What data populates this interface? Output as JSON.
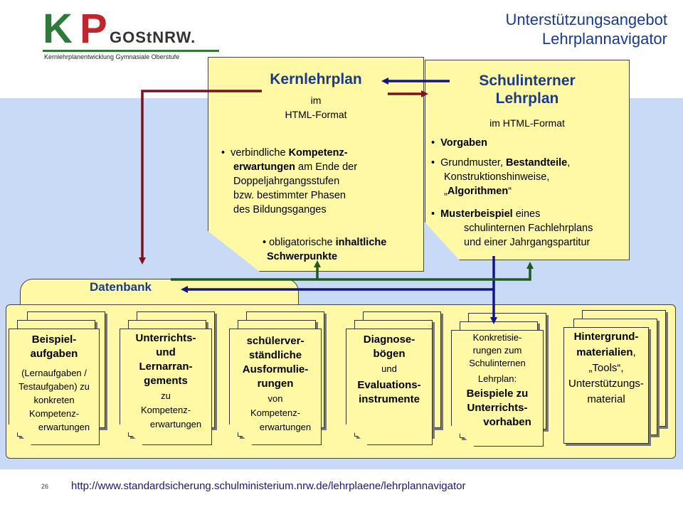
{
  "logo": {
    "k": "K",
    "p": "P",
    "gost": "GOStNRW.",
    "subtitle": "Kernlehrplanentwicklung Gymnasiale Oberstufe"
  },
  "header": {
    "line1": "Unterstützungsangebot",
    "line2": "Lehrplannavigator"
  },
  "kernlehrplan": {
    "title": "Kernlehrplan",
    "line1": "im",
    "line2": "HTML-Format",
    "b1_pre": "verbindliche ",
    "b1_bold1": "Kompetenz-",
    "b1_bold2": "erwartungen",
    "b1_rest1": " am Ende der",
    "b1_l3": "Doppeljahrgangsstufen",
    "b1_l4": "bzw. bestimmter Phasen",
    "b1_l5": "des Bildungsganges",
    "b2_pre": "obligatorische ",
    "b2_bold1": "inhaltliche",
    "b2_bold2": "Schwerpunkte"
  },
  "schulintern": {
    "title1": "Schulinterner",
    "title2": "Lehrplan",
    "format": "im HTML-Format",
    "b1": "Vorgaben",
    "b2_pre": "Grundmuster, ",
    "b2_bold": "Bestandteile",
    "b2_post": ",",
    "b2_l2": "Konstruktionshinweise,",
    "b2_l3_pre": "„",
    "b2_l3_bold": "Algorithmen",
    "b2_l3_post": "“",
    "b3_bold": "Musterbeispiel",
    "b3_rest": " eines",
    "b3_l2": "schulinternen Fachlehrplans",
    "b3_l3": "und einer Jahrgangspartitur"
  },
  "database": {
    "label": "Datenbank"
  },
  "cards": {
    "c1": {
      "l1": "Beispiel-",
      "l2": "aufgaben",
      "l3": "(Lernaufgaben /",
      "l4": "Testaufgaben) zu",
      "l5": "konkreten",
      "l6": "Kompetenz-",
      "l7": "erwartungen"
    },
    "c2": {
      "l1": "Unterrichts-",
      "l2": "und",
      "l3": "Lernarran-",
      "l4": "gements",
      "l5": "zu",
      "l6": "Kompetenz-",
      "l7": "erwartungen"
    },
    "c3": {
      "l1": "schülerver-",
      "l2": "ständliche",
      "l3": "Ausformulie-",
      "l4": "rungen",
      "l5": "von",
      "l6": "Kompetenz-",
      "l7": "erwartungen"
    },
    "c4": {
      "l1": "Diagnose-",
      "l2": "bögen",
      "l3": "und",
      "l4": "Evaluations-",
      "l5": "instrumente"
    },
    "c5": {
      "l1": "Konkretisie-",
      "l2": "rungen zum",
      "l3": "Schulinternen",
      "l4": "Lehrplan:",
      "l5": "Beispiele zu",
      "l6": "Unterrichts-",
      "l7": "vorhaben"
    },
    "c6": {
      "l1": "Hintergrund-",
      "l2": "materialien",
      "l2b": ",",
      "l3": "„Tools“,",
      "l4": "Unterstützungs-",
      "l5": "material"
    }
  },
  "footer": {
    "page": "26",
    "url": "http://www.standardsicherung.schulministerium.nrw.de/lehrplaene/lehrplannavigator"
  },
  "colors": {
    "arrow_red": "#7a1020",
    "arrow_blue": "#14148a",
    "arrow_green": "#1e5a1e",
    "note": "#fff9a6",
    "band": "#c9daf7"
  }
}
